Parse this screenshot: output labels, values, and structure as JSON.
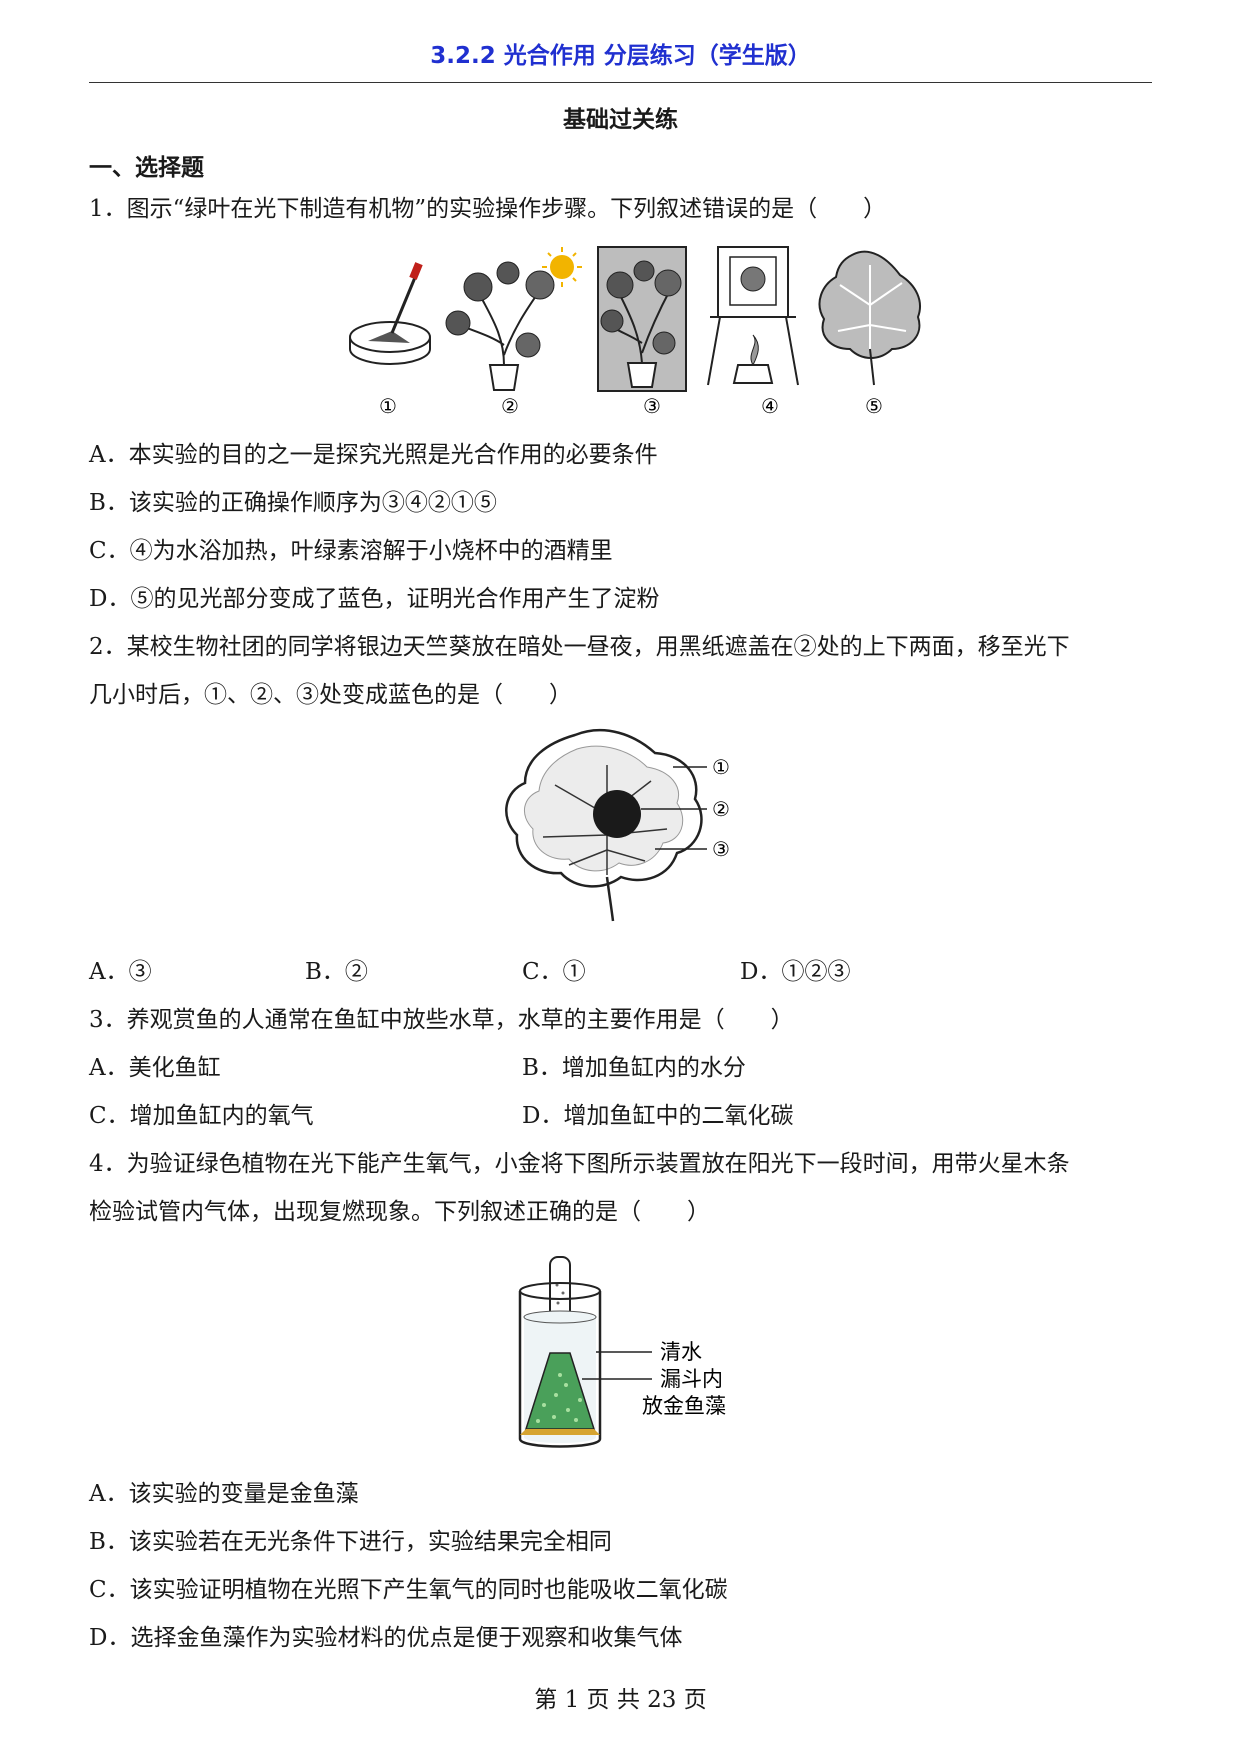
{
  "header": {
    "title": "3.2.2  光合作用  分层练习（学生版）"
  },
  "section": {
    "title": "基础过关练"
  },
  "part": {
    "title": "一、选择题"
  },
  "q1": {
    "stem": "1．图示“绿叶在光下制造有机物”的实验操作步骤。下列叙述错误的是（　　）",
    "fig_labels": [
      "①",
      "②",
      "③",
      "④",
      "⑤"
    ],
    "options": [
      "A．本实验的目的之一是探究光照是光合作用的必要条件",
      "B．该实验的正确操作顺序为③④②①⑤",
      "C．④为水浴加热，叶绿素溶解于小烧杯中的酒精里",
      "D．⑤的见光部分变成了蓝色，证明光合作用产生了淀粉"
    ]
  },
  "q2": {
    "stem_line1": "2．某校生物社团的同学将银边天竺葵放在暗处一昼夜，用黑纸遮盖在②处的上下两面，移至光下",
    "stem_line2": "几小时后，①、②、③处变成蓝色的是（　　）",
    "fig_labels": [
      "①",
      "②",
      "③"
    ],
    "options": [
      "A．③",
      "B．②",
      "C．①",
      "D．①②③"
    ]
  },
  "q3": {
    "stem": "3．养观赏鱼的人通常在鱼缸中放些水草，水草的主要作用是（　　）",
    "options": [
      "A．美化鱼缸",
      "B．增加鱼缸内的水分",
      "C．增加鱼缸内的氧气",
      "D．增加鱼缸中的二氧化碳"
    ]
  },
  "q4": {
    "stem_line1": "4．为验证绿色植物在光下能产生氧气，小金将下图所示装置放在阳光下一段时间，用带火星木条",
    "stem_line2": "检验试管内气体，出现复燃现象。下列叙述正确的是（　　）",
    "fig_labels": [
      "清水",
      "漏斗内",
      "放金鱼藻"
    ],
    "options": [
      "A．该实验的变量是金鱼藻",
      "B．该实验若在无光条件下进行，实验结果完全相同",
      "C．该实验证明植物在光照下产生氧气的同时也能吸收二氧化碳",
      "D．选择金鱼藻作为实验材料的优点是便于观察和收集气体"
    ]
  },
  "footer": {
    "page": "第 1 页 共 23 页"
  },
  "colors": {
    "header": "#2030d0",
    "text": "#1a1a1a"
  }
}
